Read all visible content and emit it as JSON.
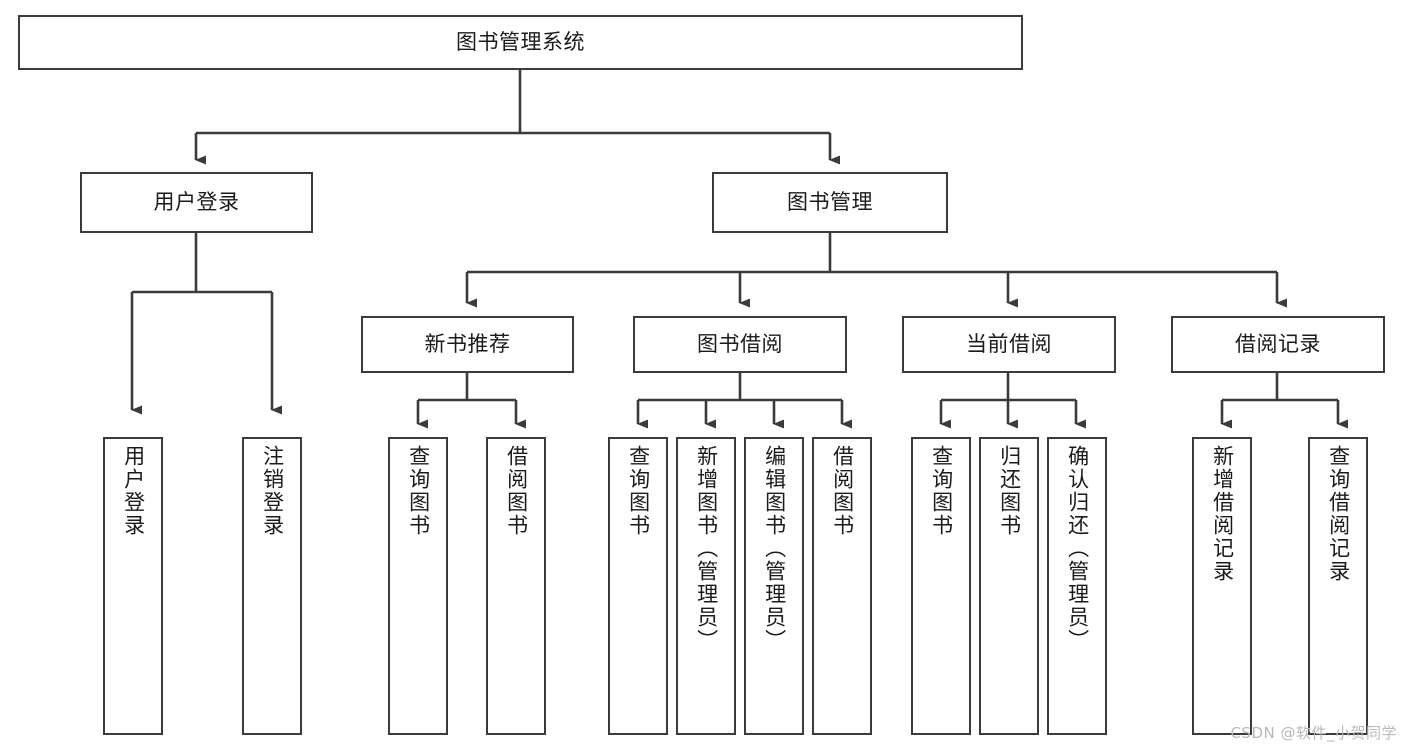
{
  "diagram": {
    "title": "图书管理系统",
    "type": "tree-hierarchy-diagram",
    "background_color": "#ffffff",
    "line_color": "#3b3b3b",
    "text_color": "#1b1b1b",
    "root": {
      "label": "图书管理系统"
    },
    "level2": [
      {
        "label": "用户登录"
      },
      {
        "label": "图书管理"
      }
    ],
    "level3": [
      {
        "label": "新书推荐"
      },
      {
        "label": "图书借阅"
      },
      {
        "label": "当前借阅"
      },
      {
        "label": "借阅记录"
      }
    ],
    "leaves": {
      "user_login": [
        {
          "label": "用户登录"
        },
        {
          "label": "注销登录"
        }
      ],
      "new_book_recommend": [
        {
          "label": "查询图书"
        },
        {
          "label": "借阅图书"
        }
      ],
      "book_borrow": [
        {
          "label": "查询图书"
        },
        {
          "label": "新增图书（管理员）"
        },
        {
          "label": "编辑图书（管理员）"
        },
        {
          "label": "借阅图书"
        }
      ],
      "current_borrow": [
        {
          "label": "查询图书"
        },
        {
          "label": "归还图书"
        },
        {
          "label": "确认归还（管理员）"
        }
      ],
      "borrow_record": [
        {
          "label": "新增借阅记录"
        },
        {
          "label": "查询借阅记录"
        }
      ]
    }
  },
  "watermark": {
    "text": "CSDN @软件_小贺同学"
  }
}
